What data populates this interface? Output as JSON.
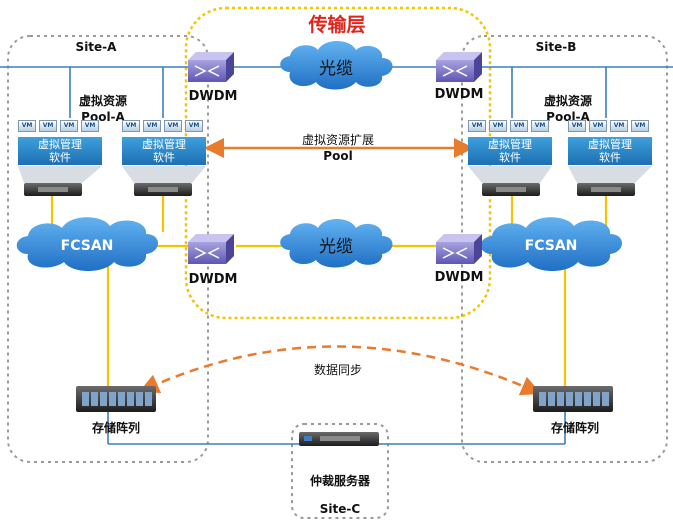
{
  "transport_layer": {
    "title": "传输层"
  },
  "sites": {
    "a": {
      "label": "Site-A"
    },
    "b": {
      "label": "Site-B"
    },
    "c": {
      "label": "Site-C"
    }
  },
  "dwdm": {
    "top_left": "DWDM",
    "top_right": "DWDM",
    "bottom_left": "DWDM",
    "bottom_right": "DWDM"
  },
  "cables": {
    "top": "光缆",
    "bottom": "光缆"
  },
  "pools": {
    "left": {
      "line1": "虚拟资源",
      "line2": "Pool-A"
    },
    "right": {
      "line1": "虚拟资源",
      "line2": "Pool-A"
    }
  },
  "pool_extension": {
    "line1": "虚拟资源扩展",
    "line2": "Pool"
  },
  "vm_label": "VM",
  "mgmt_software": {
    "line1": "虚拟管理",
    "line2": "软件"
  },
  "fcsan": {
    "left": "FCSAN",
    "right": "FCSAN"
  },
  "storage": {
    "left": "存储阵列",
    "right": "存储阵列"
  },
  "data_sync": "数据同步",
  "arbiter": "仲裁服务器",
  "colors": {
    "transport_border": "#f5c400",
    "site_border": "#9a9a9a",
    "link_blue": "#3d7fc0",
    "link_yellow": "#f5c400",
    "arrow_orange": "#e97b2d",
    "cloud_blue": "#2a7fd0",
    "title_red": "#e0241b"
  }
}
